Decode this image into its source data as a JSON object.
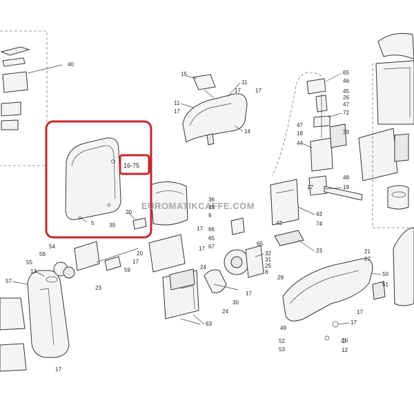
{
  "highlight": {
    "label": "16-75",
    "color": "#c9262c"
  },
  "watermark": "EUROMATIKCAFFE.COM",
  "callouts": {
    "c40": "40",
    "c15": "15",
    "c11a": "11",
    "c17a": "17",
    "c17b": "17",
    "c11b": "11",
    "c17c": "17",
    "c14": "14",
    "c65a": "65",
    "c46": "46",
    "c45": "45",
    "c26": "26",
    "c47": "47",
    "c72": "72",
    "c47b": "47",
    "c18": "18",
    "c39a": "39",
    "c44": "44",
    "c48": "48",
    "c17d": "17",
    "c19": "19",
    "c5": "5",
    "c20a": "20",
    "c39b": "39",
    "c17e": "17",
    "c36": "36",
    "c35": "35",
    "c9": "9",
    "c66": "66",
    "c65b": "65",
    "c67": "67",
    "c65c": "65",
    "c42": "42",
    "c43": "43",
    "c74": "74",
    "c23a": "23",
    "c32": "32",
    "c31": "31",
    "c25": "25",
    "c8": "8",
    "c29": "29",
    "c17f": "17",
    "c30": "30",
    "c17g": "17",
    "c24a": "24",
    "c24b": "24",
    "c63": "63",
    "c54": "54",
    "c56": "56",
    "c55": "55",
    "c13": "13",
    "c57": "57",
    "c20b": "20",
    "c17h": "17",
    "c59": "59",
    "c23b": "23",
    "c17i": "17",
    "c21": "21",
    "c27": "27",
    "c50": "50",
    "c51": "51",
    "c17j": "17",
    "c17k": "17",
    "c49": "49",
    "c52": "52",
    "c53": "53",
    "c10": "10",
    "c12": "12"
  }
}
